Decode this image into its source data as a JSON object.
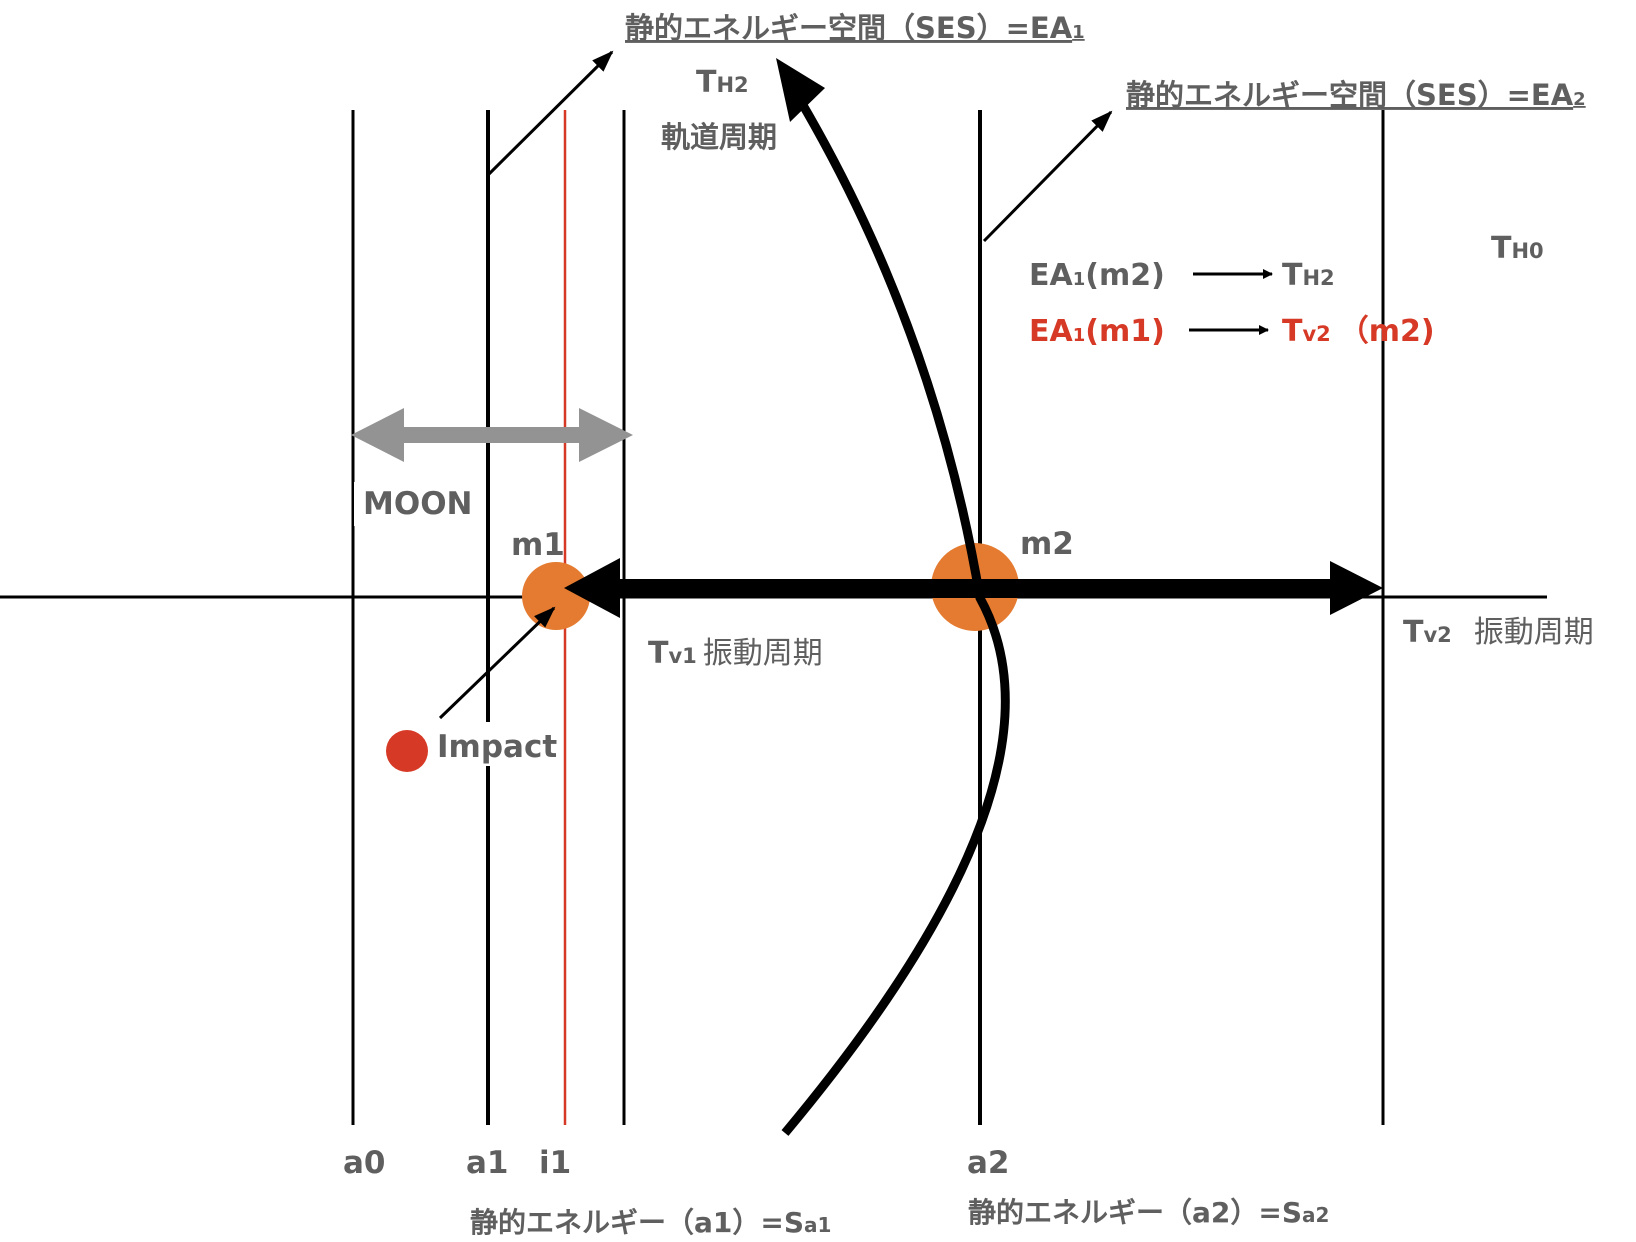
{
  "labels": {
    "ses1": "静的エネルギー空間（SES）=EA",
    "ses1_sub": "1",
    "ses2": "静的エネルギー空間（SES）=EA",
    "ses2_sub": "2",
    "th2_main": "T",
    "th2_sub": "H2",
    "orbit_period": "軌道周期",
    "th0_main": "T",
    "th0_sub": "H0",
    "rel1_left": "EA",
    "rel1_left_sub": "1",
    "rel1_left_tail": "(m2)",
    "rel1_right": "T",
    "rel1_right_sub": "H2",
    "rel2_left": "EA",
    "rel2_left_sub": "1",
    "rel2_left_tail": "(m1)",
    "rel2_right": "T",
    "rel2_right_sub": "v2",
    "rel2_right_tail": "（m2)",
    "moon": "MOON",
    "m1": "m1",
    "m2": "m2",
    "tv1_main": "T",
    "tv1_sub": "v1",
    "tv1_tail": "振動周期",
    "tv2_main": "T",
    "tv2_sub": "v2",
    "tv2_tail": "振動周期",
    "impact": "Impact",
    "a0": "a0",
    "a1": "a1",
    "i1": "i1",
    "a2": "a2",
    "sa1": "静的エネルギー（a1）=S",
    "sa1_sub": "a1",
    "sa2": "静的エネルギー（a2）=S",
    "sa2_sub": "a2"
  },
  "colors": {
    "orange": "#e47b30",
    "red": "#d63a26",
    "gray_arrow": "#939393",
    "text": "#5f5f5f"
  }
}
